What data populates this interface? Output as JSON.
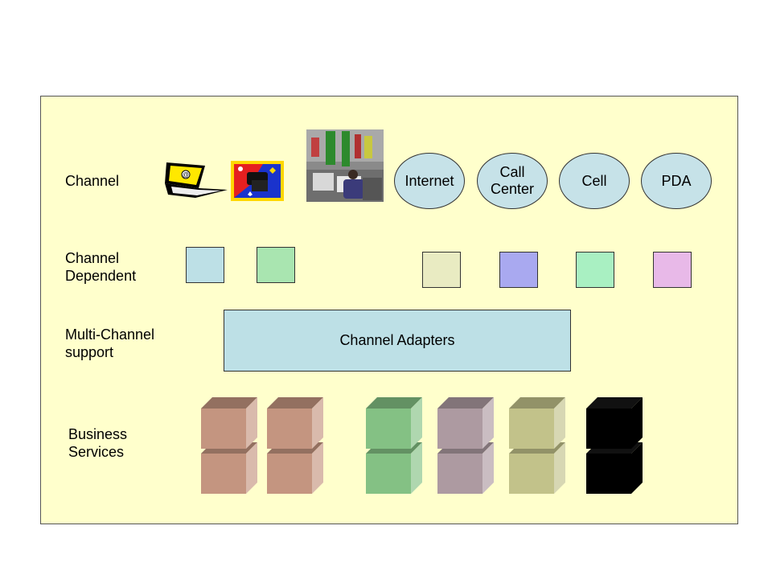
{
  "rows": {
    "channel": "Channel",
    "channel_dependent": "Channel\nDependent",
    "multi_channel": "Multi-Channel\nsupport",
    "business_services": "Business\nServices"
  },
  "channels": [
    "Internet",
    "Call\nCenter",
    "Cell",
    "PDA"
  ],
  "adapter_label": "Channel Adapters",
  "colors": {
    "panel": "#ffffcc",
    "ellipse": "#c6e2e8",
    "adapter": "#bde0e6",
    "dep_squares": [
      "#bde0e6",
      "#a9e5b0",
      "#e9ebc2",
      "#a9a9f0",
      "#a9f0c2",
      "#e8b9e8"
    ],
    "cubes": [
      "#c49580",
      "#c49580",
      "#84c184",
      "#ad9aa1",
      "#c2c28a",
      "#000000"
    ]
  },
  "icons": [
    "laptop-email-icon",
    "telephone-stamp-icon",
    "call-center-photo-icon"
  ]
}
